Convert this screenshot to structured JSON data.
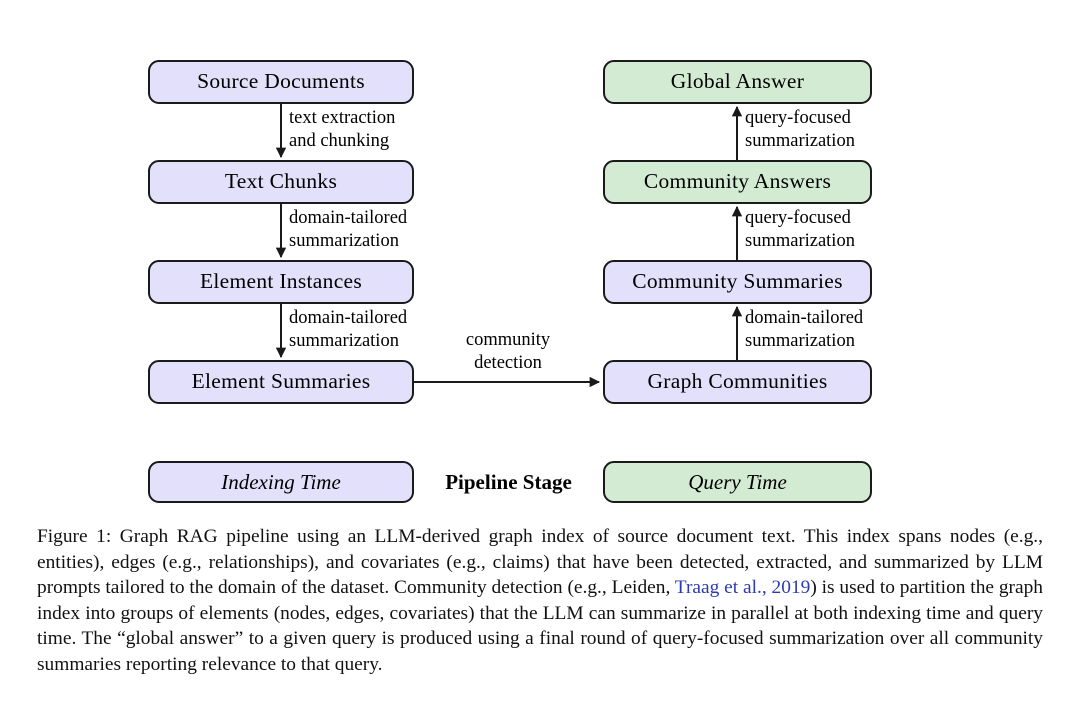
{
  "figure": {
    "diagram_type": "flowchart",
    "nodes": [
      {
        "id": "source-documents",
        "label": "Source Documents",
        "stage": "Indexing Time",
        "column": "left",
        "row": 1,
        "fill": "#e2e0fa"
      },
      {
        "id": "text-chunks",
        "label": "Text Chunks",
        "stage": "Indexing Time",
        "column": "left",
        "row": 2,
        "fill": "#e2e0fa"
      },
      {
        "id": "element-instances",
        "label": "Element Instances",
        "stage": "Indexing Time",
        "column": "left",
        "row": 3,
        "fill": "#e2e0fa"
      },
      {
        "id": "element-summaries",
        "label": "Element Summaries",
        "stage": "Indexing Time",
        "column": "left",
        "row": 4,
        "fill": "#e2e0fa"
      },
      {
        "id": "graph-communities",
        "label": "Graph Communities",
        "stage": "Indexing Time",
        "column": "right",
        "row": 4,
        "fill": "#e2e0fa"
      },
      {
        "id": "community-summaries",
        "label": "Community Summaries",
        "stage": "Indexing Time",
        "column": "right",
        "row": 3,
        "fill": "#e2e0fa"
      },
      {
        "id": "community-answers",
        "label": "Community Answers",
        "stage": "Query Time",
        "column": "right",
        "row": 2,
        "fill": "#d3ebd3"
      },
      {
        "id": "global-answer",
        "label": "Global Answer",
        "stage": "Query Time",
        "column": "right",
        "row": 1,
        "fill": "#d3ebd3"
      }
    ],
    "edges": [
      {
        "id": "e1",
        "from": "source-documents",
        "to": "text-chunks",
        "label_line1": "text extraction",
        "label_line2": "and chunking",
        "direction": "down"
      },
      {
        "id": "e2",
        "from": "text-chunks",
        "to": "element-instances",
        "label_line1": "domain-tailored",
        "label_line2": "summarization",
        "direction": "down"
      },
      {
        "id": "e3",
        "from": "element-instances",
        "to": "element-summaries",
        "label_line1": "domain-tailored",
        "label_line2": "summarization",
        "direction": "down"
      },
      {
        "id": "e4",
        "from": "element-summaries",
        "to": "graph-communities",
        "label_line1": "community",
        "label_line2": "detection",
        "direction": "right"
      },
      {
        "id": "e5",
        "from": "graph-communities",
        "to": "community-summaries",
        "label_line1": "domain-tailored",
        "label_line2": "summarization",
        "direction": "up"
      },
      {
        "id": "e6",
        "from": "community-summaries",
        "to": "community-answers",
        "label_line1": "query-focused",
        "label_line2": "summarization",
        "direction": "up"
      },
      {
        "id": "e7",
        "from": "community-answers",
        "to": "global-answer",
        "label_line1": "query-focused",
        "label_line2": "summarization",
        "direction": "up"
      }
    ],
    "legend": {
      "indexing_label": "Indexing Time",
      "center_label": "Pipeline Stage",
      "query_label": "Query Time",
      "indexing_color": "#e2e0fa",
      "query_color": "#d3ebd3"
    },
    "caption": {
      "prefix": "Figure 1: Graph RAG pipeline using an LLM-derived graph index of source document text. This index spans nodes (e.g., entities), edges (e.g., relationships), and covariates (e.g., claims) that have been detected, extracted, and summarized by LLM prompts tailored to the domain of the dataset. Community detection (e.g., Leiden, ",
      "citation": "Traag et al., 2019",
      "suffix": ") is used to partition the graph index into groups of elements (nodes, edges, covariates) that the LLM can summarize in parallel at both indexing time and query time. The “global answer” to a given query is produced using a final round of query-focused summarization over all community summaries reporting relevance to that query.",
      "citation_color": "#2c3bb0"
    }
  }
}
